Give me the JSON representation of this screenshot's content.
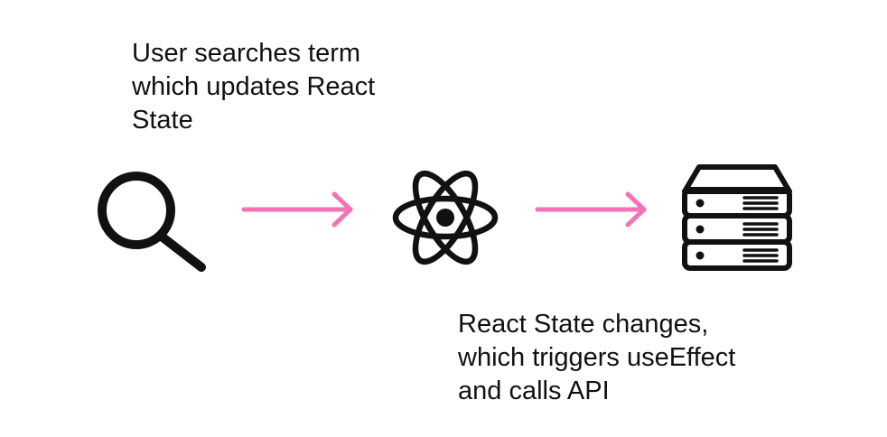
{
  "diagram": {
    "captions": {
      "top": "User searches term\nwhich updates React\nState",
      "bottom": "React State changes,\nwhich triggers useEffect\nand calls API"
    },
    "nodes": [
      {
        "id": "search",
        "icon": "search-icon"
      },
      {
        "id": "react",
        "icon": "react-atom-icon"
      },
      {
        "id": "api",
        "icon": "server-stack-icon"
      }
    ],
    "edges": [
      {
        "from": "search",
        "to": "react",
        "icon": "arrow-right-icon"
      },
      {
        "from": "react",
        "to": "api",
        "icon": "arrow-right-icon"
      }
    ],
    "colors": {
      "ink": "#111111",
      "arrow": "#f472b6",
      "background": "#ffffff"
    }
  }
}
